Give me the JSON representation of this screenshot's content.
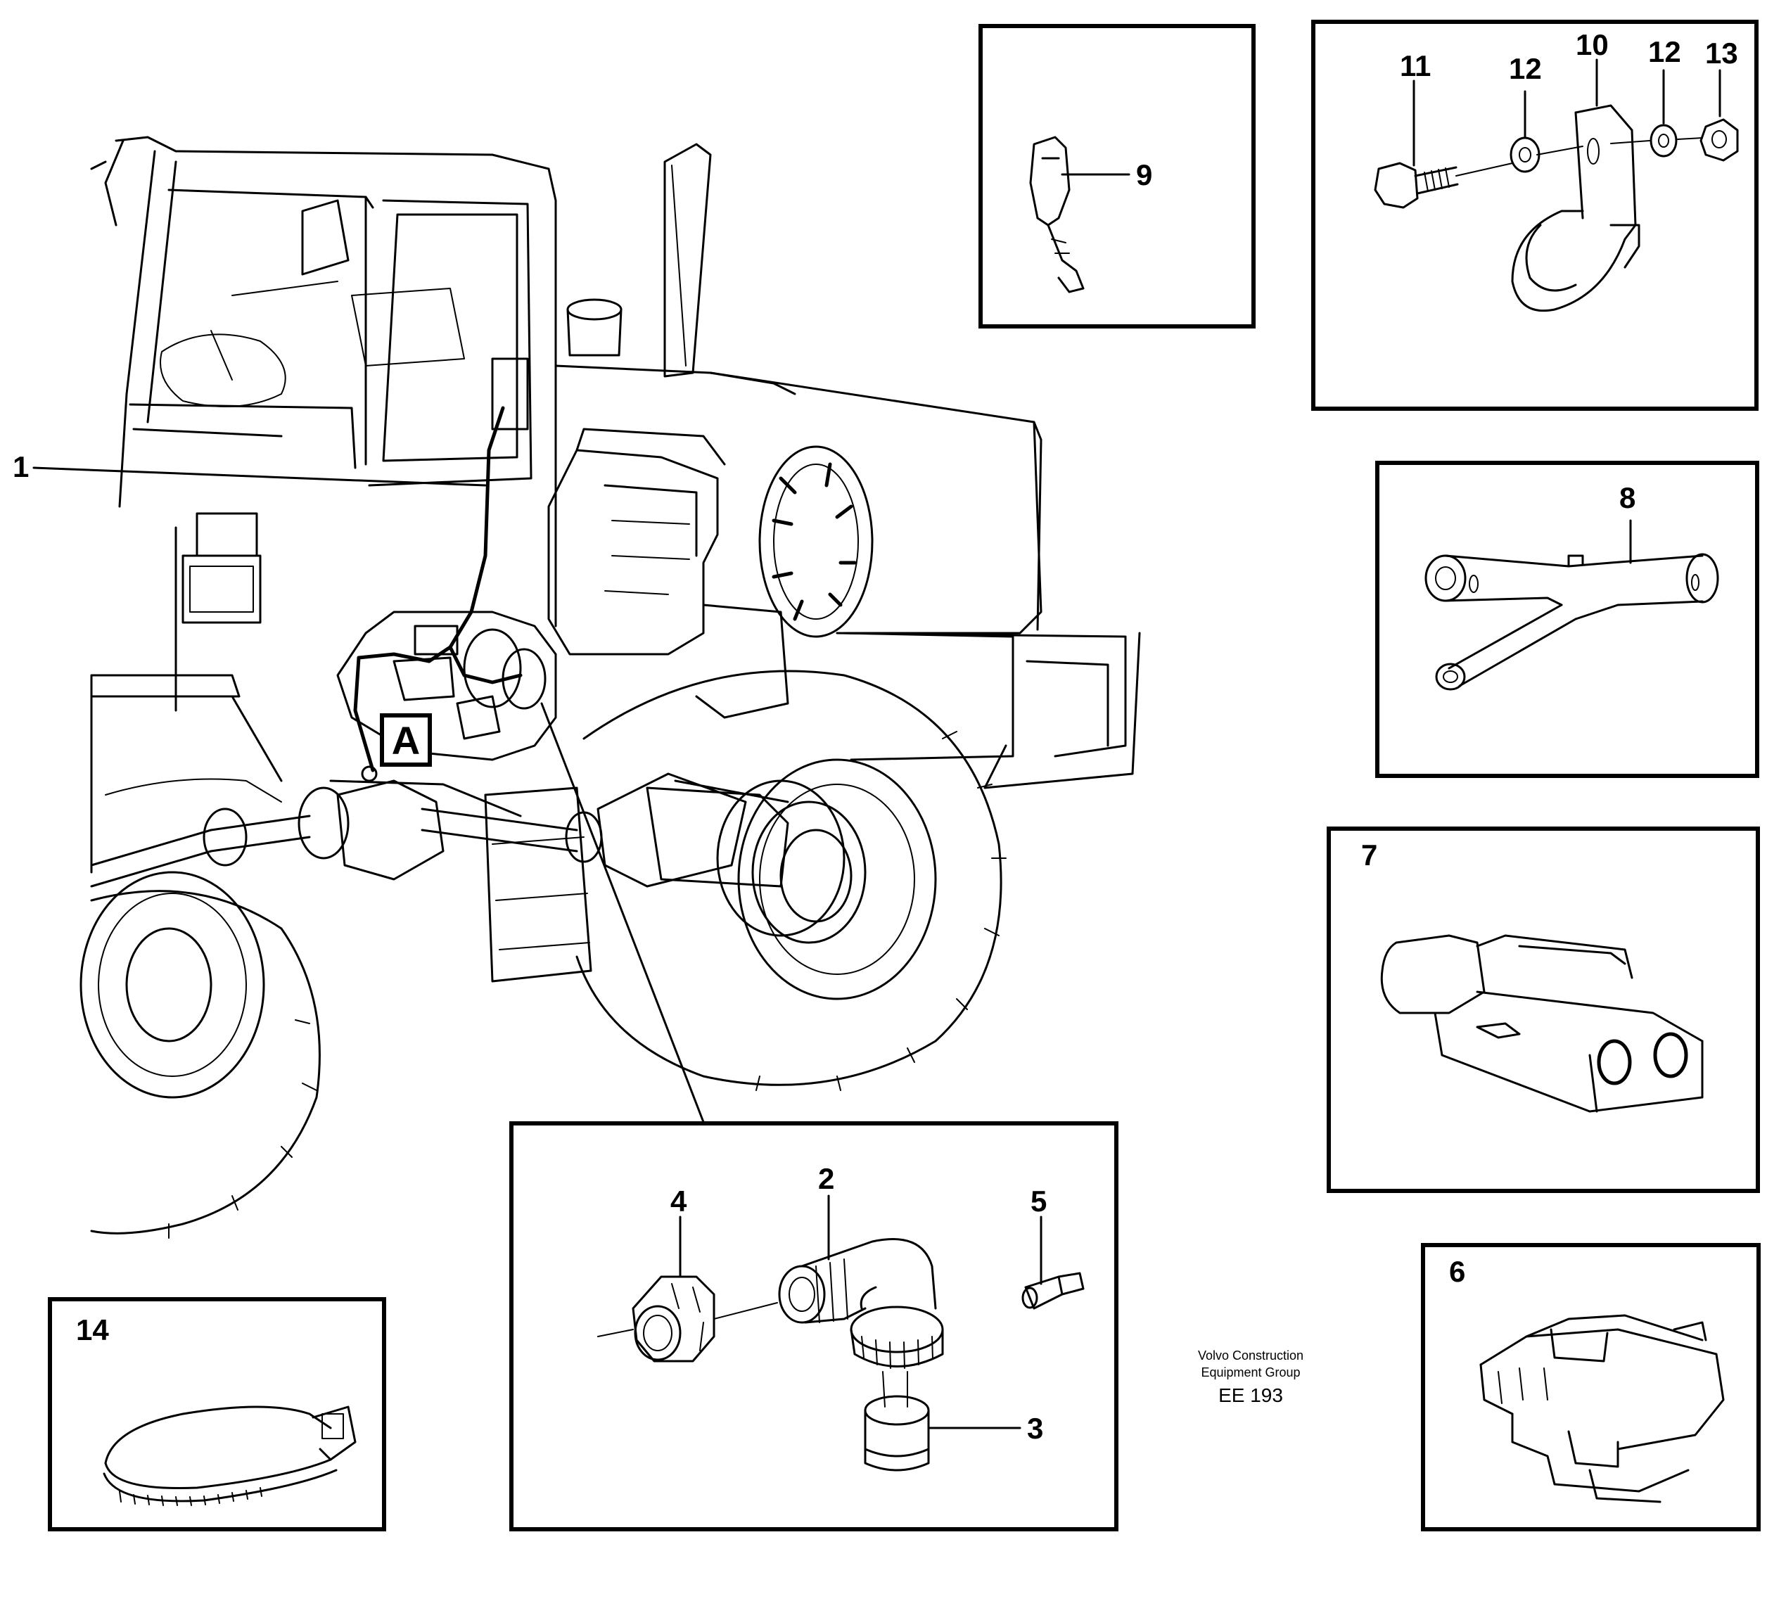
{
  "callouts": {
    "c1": "1",
    "c2": "2",
    "c3": "3",
    "c4": "4",
    "c5": "5",
    "c6": "6",
    "c7": "7",
    "c8": "8",
    "c9": "9",
    "c10": "10",
    "c11": "11",
    "c12a": "12",
    "c12b": "12",
    "c13": "13",
    "c14": "14"
  },
  "detail_label": "A",
  "credit": {
    "line1": "Volvo Construction",
    "line2": "Equipment Group",
    "code": "EE 193"
  },
  "colors": {
    "line": "#000000",
    "background": "#ffffff"
  }
}
